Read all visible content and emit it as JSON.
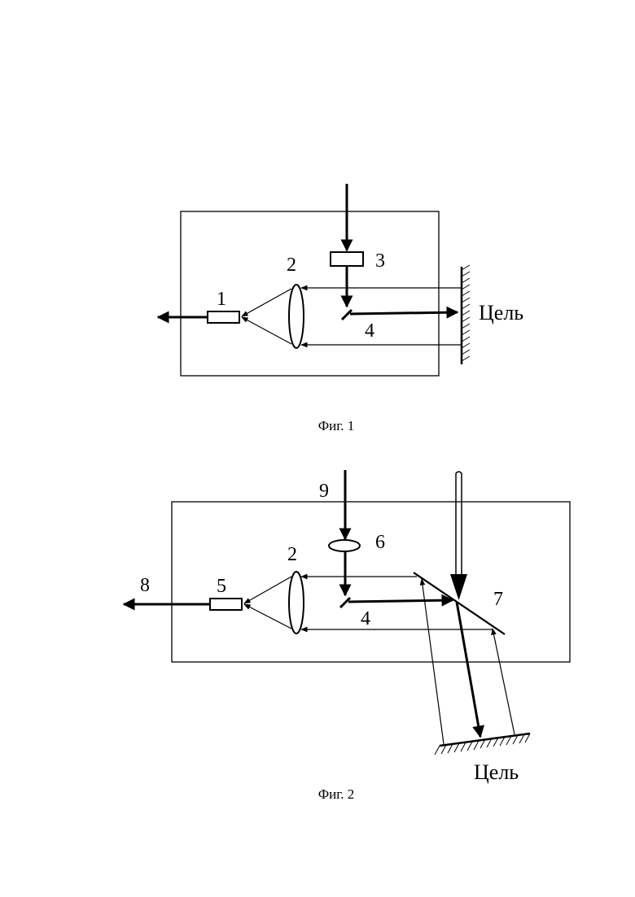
{
  "figure1": {
    "labels": {
      "detector": "1",
      "lens": "2",
      "laser": "3",
      "mirror": "4",
      "target": "Цель"
    },
    "caption": "Фиг. 1"
  },
  "figure2": {
    "labels": {
      "input": "9",
      "element": "6",
      "lens": "2",
      "output": "8",
      "detector": "5",
      "mirror": "4",
      "beamsplitter": "7",
      "target": "Цель"
    },
    "caption": "Фиг. 2"
  }
}
